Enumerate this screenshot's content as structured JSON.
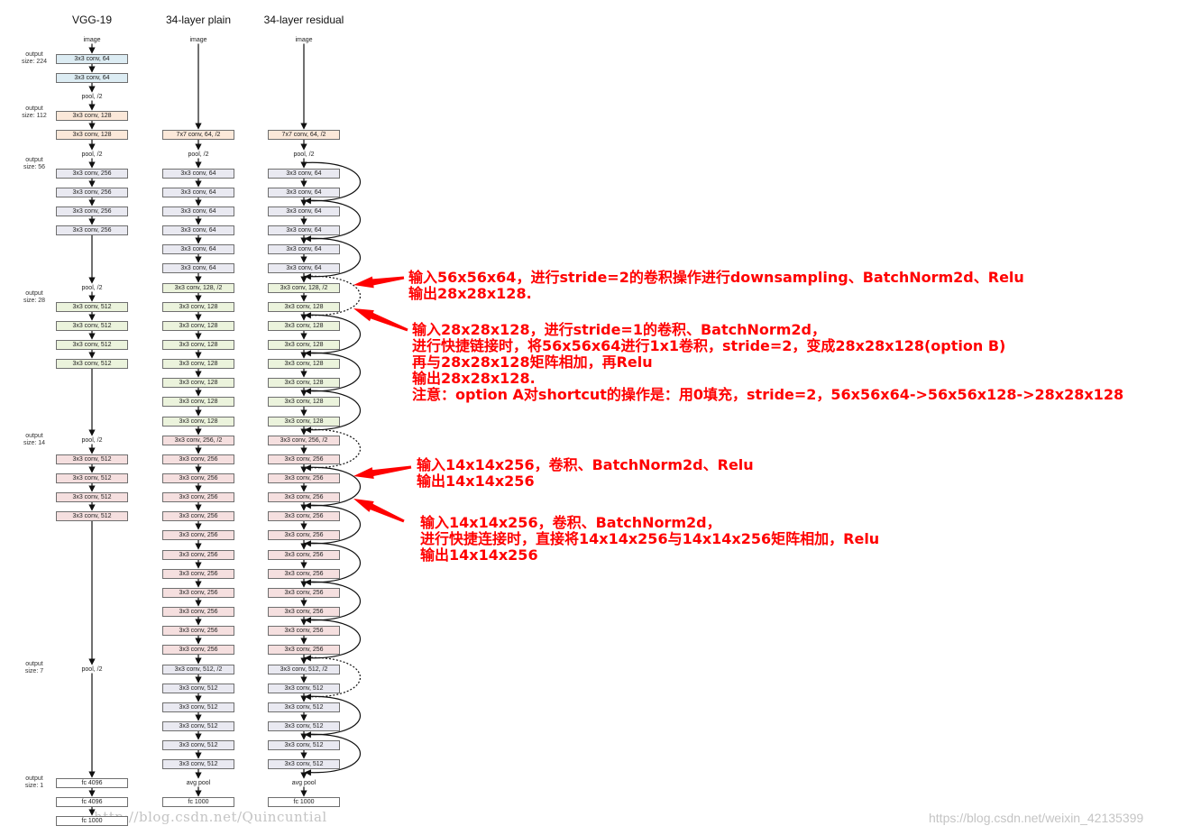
{
  "columns": {
    "vgg": {
      "header": "VGG-19",
      "items": [
        {
          "t": "image",
          "k": "label"
        },
        {
          "t": "3x3 conv, 64",
          "k": "box",
          "c": "#dcecf3"
        },
        {
          "t": "3x3 conv, 64",
          "k": "box",
          "c": "#dcecf3"
        },
        {
          "t": "pool, /2",
          "k": "label"
        },
        {
          "t": "3x3 conv, 128",
          "k": "box",
          "c": "#fbe8d9"
        },
        {
          "t": "3x3 conv, 128",
          "k": "box",
          "c": "#fbe8d9"
        },
        {
          "t": "pool, /2",
          "k": "label"
        },
        {
          "t": "3x3 conv, 256",
          "k": "box",
          "c": "#e9e9f1"
        },
        {
          "t": "3x3 conv, 256",
          "k": "box",
          "c": "#e9e9f1"
        },
        {
          "t": "3x3 conv, 256",
          "k": "box",
          "c": "#e9e9f1"
        },
        {
          "t": "3x3 conv, 256",
          "k": "box",
          "c": "#e9e9f1"
        },
        {
          "t": "pool, /2",
          "k": "label"
        },
        {
          "t": "3x3 conv, 512",
          "k": "box",
          "c": "#ebf3dc"
        },
        {
          "t": "3x3 conv, 512",
          "k": "box",
          "c": "#ebf3dc"
        },
        {
          "t": "3x3 conv, 512",
          "k": "box",
          "c": "#ebf3dc"
        },
        {
          "t": "3x3 conv, 512",
          "k": "box",
          "c": "#ebf3dc"
        },
        {
          "t": "pool, /2",
          "k": "label"
        },
        {
          "t": "3x3 conv, 512",
          "k": "box",
          "c": "#f5dfdf"
        },
        {
          "t": "3x3 conv, 512",
          "k": "box",
          "c": "#f5dfdf"
        },
        {
          "t": "3x3 conv, 512",
          "k": "box",
          "c": "#f5dfdf"
        },
        {
          "t": "3x3 conv, 512",
          "k": "box",
          "c": "#f5dfdf"
        },
        {
          "t": "pool, /2",
          "k": "label"
        },
        {
          "t": "fc 4096",
          "k": "box",
          "c": "#ffffff"
        },
        {
          "t": "fc 4096",
          "k": "box",
          "c": "#ffffff"
        },
        {
          "t": "fc 1000",
          "k": "box",
          "c": "#ffffff"
        }
      ]
    },
    "plain": {
      "header": "34-layer plain",
      "items": [
        {
          "t": "image",
          "k": "label"
        },
        {
          "t": "7x7 conv, 64, /2",
          "k": "box",
          "c": "#fbe8d9"
        },
        {
          "t": "pool, /2",
          "k": "label"
        },
        {
          "t": "3x3 conv, 64",
          "k": "box",
          "c": "#e9e9f1"
        },
        {
          "t": "3x3 conv, 64",
          "k": "box",
          "c": "#e9e9f1"
        },
        {
          "t": "3x3 conv, 64",
          "k": "box",
          "c": "#e9e9f1"
        },
        {
          "t": "3x3 conv, 64",
          "k": "box",
          "c": "#e9e9f1"
        },
        {
          "t": "3x3 conv, 64",
          "k": "box",
          "c": "#e9e9f1"
        },
        {
          "t": "3x3 conv, 64",
          "k": "box",
          "c": "#e9e9f1"
        },
        {
          "t": "3x3 conv, 128, /2",
          "k": "box",
          "c": "#ebf3dc"
        },
        {
          "t": "3x3 conv, 128",
          "k": "box",
          "c": "#ebf3dc"
        },
        {
          "t": "3x3 conv, 128",
          "k": "box",
          "c": "#ebf3dc"
        },
        {
          "t": "3x3 conv, 128",
          "k": "box",
          "c": "#ebf3dc"
        },
        {
          "t": "3x3 conv, 128",
          "k": "box",
          "c": "#ebf3dc"
        },
        {
          "t": "3x3 conv, 128",
          "k": "box",
          "c": "#ebf3dc"
        },
        {
          "t": "3x3 conv, 128",
          "k": "box",
          "c": "#ebf3dc"
        },
        {
          "t": "3x3 conv, 128",
          "k": "box",
          "c": "#ebf3dc"
        },
        {
          "t": "3x3 conv, 256, /2",
          "k": "box",
          "c": "#f5dfdf"
        },
        {
          "t": "3x3 conv, 256",
          "k": "box",
          "c": "#f5dfdf"
        },
        {
          "t": "3x3 conv, 256",
          "k": "box",
          "c": "#f5dfdf"
        },
        {
          "t": "3x3 conv, 256",
          "k": "box",
          "c": "#f5dfdf"
        },
        {
          "t": "3x3 conv, 256",
          "k": "box",
          "c": "#f5dfdf"
        },
        {
          "t": "3x3 conv, 256",
          "k": "box",
          "c": "#f5dfdf"
        },
        {
          "t": "3x3 conv, 256",
          "k": "box",
          "c": "#f5dfdf"
        },
        {
          "t": "3x3 conv, 256",
          "k": "box",
          "c": "#f5dfdf"
        },
        {
          "t": "3x3 conv, 256",
          "k": "box",
          "c": "#f5dfdf"
        },
        {
          "t": "3x3 conv, 256",
          "k": "box",
          "c": "#f5dfdf"
        },
        {
          "t": "3x3 conv, 256",
          "k": "box",
          "c": "#f5dfdf"
        },
        {
          "t": "3x3 conv, 256",
          "k": "box",
          "c": "#f5dfdf"
        },
        {
          "t": "3x3 conv, 512, /2",
          "k": "box",
          "c": "#e9e9f1"
        },
        {
          "t": "3x3 conv, 512",
          "k": "box",
          "c": "#e9e9f1"
        },
        {
          "t": "3x3 conv, 512",
          "k": "box",
          "c": "#e9e9f1"
        },
        {
          "t": "3x3 conv, 512",
          "k": "box",
          "c": "#e9e9f1"
        },
        {
          "t": "3x3 conv, 512",
          "k": "box",
          "c": "#e9e9f1"
        },
        {
          "t": "3x3 conv, 512",
          "k": "box",
          "c": "#e9e9f1"
        },
        {
          "t": "avg pool",
          "k": "label"
        },
        {
          "t": "fc 1000",
          "k": "box",
          "c": "#ffffff"
        }
      ]
    },
    "residual": {
      "header": "34-layer residual",
      "items": [
        {
          "t": "image",
          "k": "label"
        },
        {
          "t": "7x7 conv, 64, /2",
          "k": "box",
          "c": "#fbe8d9"
        },
        {
          "t": "pool, /2",
          "k": "label"
        },
        {
          "t": "3x3 conv, 64",
          "k": "box",
          "c": "#e9e9f1"
        },
        {
          "t": "3x3 conv, 64",
          "k": "box",
          "c": "#e9e9f1"
        },
        {
          "t": "3x3 conv, 64",
          "k": "box",
          "c": "#e9e9f1"
        },
        {
          "t": "3x3 conv, 64",
          "k": "box",
          "c": "#e9e9f1"
        },
        {
          "t": "3x3 conv, 64",
          "k": "box",
          "c": "#e9e9f1"
        },
        {
          "t": "3x3 conv, 64",
          "k": "box",
          "c": "#e9e9f1"
        },
        {
          "t": "3x3 conv, 128, /2",
          "k": "box",
          "c": "#ebf3dc"
        },
        {
          "t": "3x3 conv, 128",
          "k": "box",
          "c": "#ebf3dc"
        },
        {
          "t": "3x3 conv, 128",
          "k": "box",
          "c": "#ebf3dc"
        },
        {
          "t": "3x3 conv, 128",
          "k": "box",
          "c": "#ebf3dc"
        },
        {
          "t": "3x3 conv, 128",
          "k": "box",
          "c": "#ebf3dc"
        },
        {
          "t": "3x3 conv, 128",
          "k": "box",
          "c": "#ebf3dc"
        },
        {
          "t": "3x3 conv, 128",
          "k": "box",
          "c": "#ebf3dc"
        },
        {
          "t": "3x3 conv, 128",
          "k": "box",
          "c": "#ebf3dc"
        },
        {
          "t": "3x3 conv, 256, /2",
          "k": "box",
          "c": "#f5dfdf"
        },
        {
          "t": "3x3 conv, 256",
          "k": "box",
          "c": "#f5dfdf"
        },
        {
          "t": "3x3 conv, 256",
          "k": "box",
          "c": "#f5dfdf"
        },
        {
          "t": "3x3 conv, 256",
          "k": "box",
          "c": "#f5dfdf"
        },
        {
          "t": "3x3 conv, 256",
          "k": "box",
          "c": "#f5dfdf"
        },
        {
          "t": "3x3 conv, 256",
          "k": "box",
          "c": "#f5dfdf"
        },
        {
          "t": "3x3 conv, 256",
          "k": "box",
          "c": "#f5dfdf"
        },
        {
          "t": "3x3 conv, 256",
          "k": "box",
          "c": "#f5dfdf"
        },
        {
          "t": "3x3 conv, 256",
          "k": "box",
          "c": "#f5dfdf"
        },
        {
          "t": "3x3 conv, 256",
          "k": "box",
          "c": "#f5dfdf"
        },
        {
          "t": "3x3 conv, 256",
          "k": "box",
          "c": "#f5dfdf"
        },
        {
          "t": "3x3 conv, 256",
          "k": "box",
          "c": "#f5dfdf"
        },
        {
          "t": "3x3 conv, 512, /2",
          "k": "box",
          "c": "#e9e9f1"
        },
        {
          "t": "3x3 conv, 512",
          "k": "box",
          "c": "#e9e9f1"
        },
        {
          "t": "3x3 conv, 512",
          "k": "box",
          "c": "#e9e9f1"
        },
        {
          "t": "3x3 conv, 512",
          "k": "box",
          "c": "#e9e9f1"
        },
        {
          "t": "3x3 conv, 512",
          "k": "box",
          "c": "#e9e9f1"
        },
        {
          "t": "3x3 conv, 512",
          "k": "box",
          "c": "#e9e9f1"
        },
        {
          "t": "avg pool",
          "k": "label"
        },
        {
          "t": "fc 1000",
          "k": "box",
          "c": "#ffffff"
        }
      ]
    }
  },
  "output_sizes": [
    {
      "line1": "output",
      "line2": "size: 224"
    },
    {
      "line1": "output",
      "line2": "size: 112"
    },
    {
      "line1": "output",
      "line2": "size: 56"
    },
    {
      "line1": "output",
      "line2": "size: 28"
    },
    {
      "line1": "output",
      "line2": "size: 14"
    },
    {
      "line1": "output",
      "line2": "size: 7"
    },
    {
      "line1": "output",
      "line2": "size: 1"
    }
  ],
  "annotations": [
    {
      "lines": [
        "输入56x56x64，进行stride=2的卷积操作进行downsampling、BatchNorm2d、Relu",
        "输出28x28x128."
      ]
    },
    {
      "lines": [
        "输入28x28x128，进行stride=1的卷积、BatchNorm2d，",
        "进行快捷链接时，将56x56x64进行1x1卷积，stride=2，变成28x28x128(option B)",
        "再与28x28x128矩阵相加，再Relu",
        "输出28x28x128.",
        "注意：option A对shortcut的操作是：用0填充，stride=2，56x56x64->56x56x128->28x28x128"
      ]
    },
    {
      "lines": [
        "输入14x14x256，卷积、BatchNorm2d、Relu",
        "输出14x14x256"
      ]
    },
    {
      "lines": [
        "输入14x14x256，卷积、BatchNorm2d，",
        "进行快捷连接时，直接将14x14x256与14x14x256矩阵相加，Relu",
        "输出14x14x256"
      ]
    }
  ],
  "watermarks": {
    "left": "http://blog.csdn.net/Quincuntial",
    "right": "https://blog.csdn.net/weixin_42135399"
  },
  "colors": {
    "annotation_red": "#ff0000",
    "line": "#111111"
  }
}
